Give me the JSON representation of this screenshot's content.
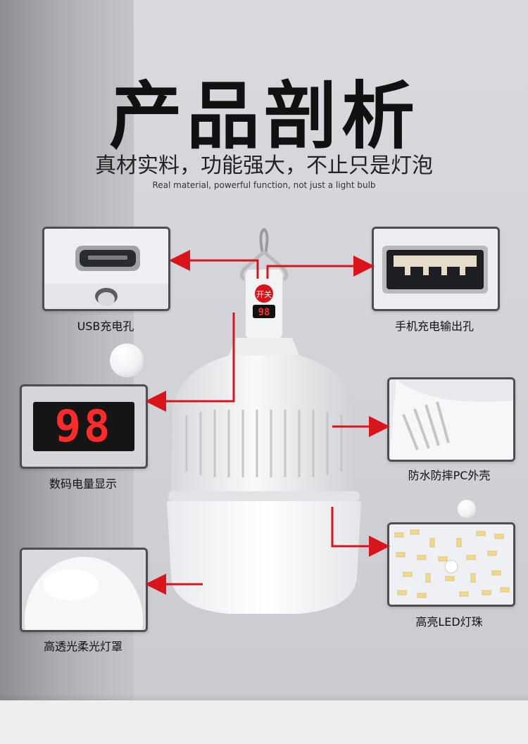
{
  "heading": {
    "title": "产品剖析",
    "subtitle": "真材实料，功能强大，不止只是灯泡",
    "english": "Real material, powerful function, not just a light bulb"
  },
  "features": {
    "usb": "USB充电孔",
    "phone": "手机充电输出孔",
    "display": "数码电量显示",
    "shell": "防水防摔PC外壳",
    "lampshade": "高透光柔光灯罩",
    "led": "高亮LED灯珠"
  },
  "battery_display": {
    "value": "98"
  },
  "colors": {
    "accent": "#d9141a",
    "digit": "#ff2a2a",
    "frame": "#4d4d52"
  },
  "icons": [
    "micro-usb-port-icon",
    "usb-a-port-icon",
    "hook-icon",
    "power-button-icon"
  ]
}
